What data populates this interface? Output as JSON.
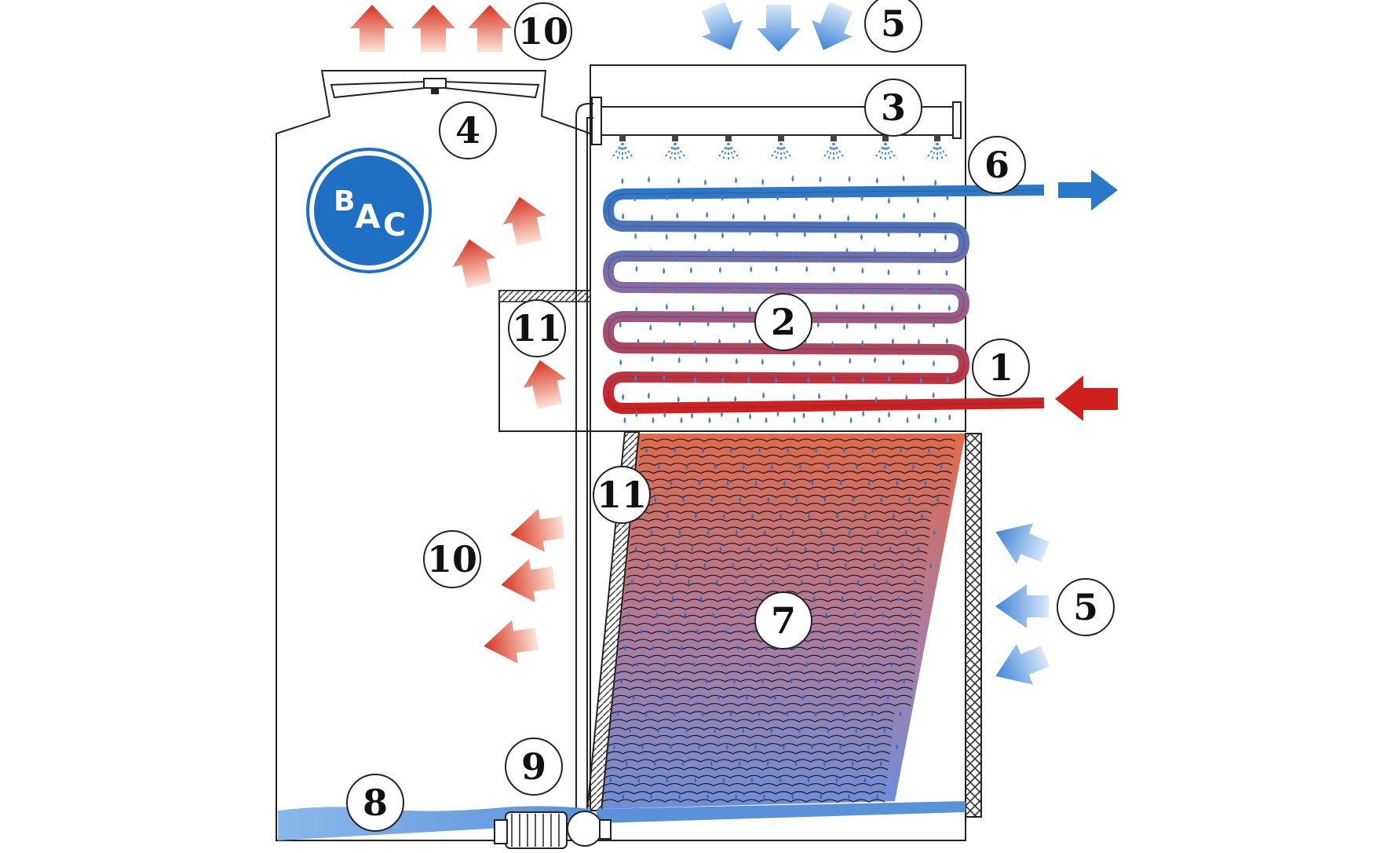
{
  "diagram": {
    "logo": {
      "letters": [
        "B",
        "A",
        "C"
      ],
      "color": "#1f6fc4"
    },
    "callouts": {
      "c1": "1",
      "c2": "2",
      "c3": "3",
      "c4": "4",
      "c5_top": "5",
      "c5_side": "5",
      "c6": "6",
      "c7": "7",
      "c8": "8",
      "c9": "9",
      "c10_top": "10",
      "c10_left": "10",
      "c11_upper": "11",
      "c11_lower": "11"
    },
    "colors": {
      "hot": "#d0201e",
      "cold": "#2a78c8",
      "warm_air": "#e2553a",
      "cool_air": "#4a8fd8",
      "water": "#6fa6e0",
      "outline": "#222222"
    }
  }
}
